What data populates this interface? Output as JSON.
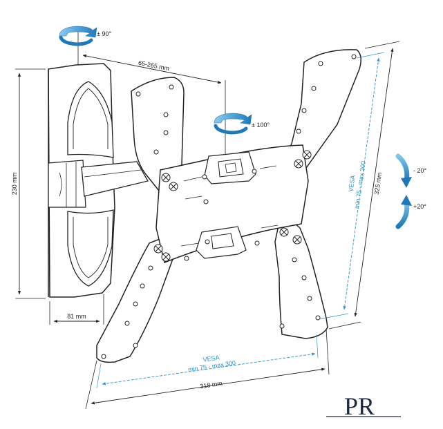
{
  "dimensions": {
    "arm_reach": "65-265 mm",
    "wall_plate_height": "230 mm",
    "wall_plate_depth": "81 mm",
    "bracket_width": "318 mm",
    "bracket_height": "325 mm"
  },
  "vesa": {
    "label": "VESA",
    "range": "min 75 - max 300"
  },
  "rotation": {
    "swivel_top": "± 90°",
    "swivel_center": "± 100°",
    "tilt_down": "- 20°",
    "tilt_up": "+20°"
  },
  "logo": {
    "text": "PR"
  },
  "colors": {
    "line": "#222222",
    "vesa_dim": "#2a93c4",
    "arrow": "#1f8fc9",
    "logo": "#1d2a44"
  }
}
